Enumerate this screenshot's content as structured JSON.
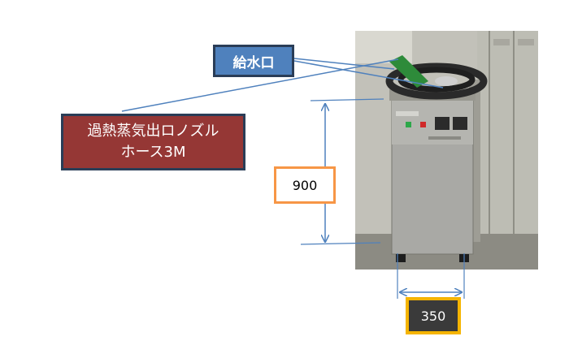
{
  "labels": {
    "water_inlet": "給水口",
    "nozzle_line1": "過熱蒸気出ロノズル",
    "nozzle_line2": "ホース3M"
  },
  "dimensions": {
    "height": "900",
    "width": "350"
  },
  "colors": {
    "inlet_fill": "#4f81bd",
    "nozzle_fill": "#953735",
    "label_border": "#2a3d57",
    "height_border": "#f79646",
    "width_fill": "#3a3a3a",
    "width_border": "#f5b400",
    "dimension_line": "#4f81bd"
  }
}
